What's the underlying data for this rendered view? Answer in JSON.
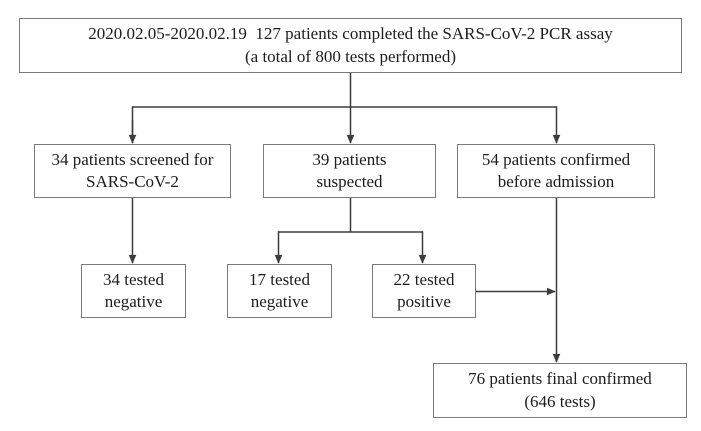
{
  "flowchart": {
    "description": "SARS-CoV-2 PCR assay patient flow diagram",
    "nodes": {
      "total": {
        "text": "2020.02.05-2020.02.19  127 patients completed the SARS-CoV-2 PCR assay\n(a total of 800 tests performed)"
      },
      "screened": {
        "text": "34 patients screened for\nSARS-CoV-2"
      },
      "suspected": {
        "text": "39 patients\nsuspected"
      },
      "confirmed_before_admission": {
        "text": "54 patients confirmed\nbefore admission"
      },
      "screened_negative": {
        "text": "34 tested\nnegative"
      },
      "suspected_negative": {
        "text": "17 tested\nnegative"
      },
      "suspected_positive": {
        "text": "22 tested\npositive"
      },
      "final_confirmed": {
        "text": "76 patients final confirmed\n(646 tests)"
      }
    },
    "edges": [
      {
        "from": "total",
        "to": "screened"
      },
      {
        "from": "total",
        "to": "suspected"
      },
      {
        "from": "total",
        "to": "confirmed_before_admission"
      },
      {
        "from": "screened",
        "to": "screened_negative"
      },
      {
        "from": "suspected",
        "to": "suspected_negative"
      },
      {
        "from": "suspected",
        "to": "suspected_positive"
      },
      {
        "from": "suspected_positive",
        "to": "final_confirmed"
      },
      {
        "from": "confirmed_before_admission",
        "to": "final_confirmed"
      }
    ],
    "colors": {
      "box_border": "#7a7a7a",
      "connector": "#3d3d3d",
      "text": "#1c1c1c",
      "background": "#ffffff"
    }
  }
}
